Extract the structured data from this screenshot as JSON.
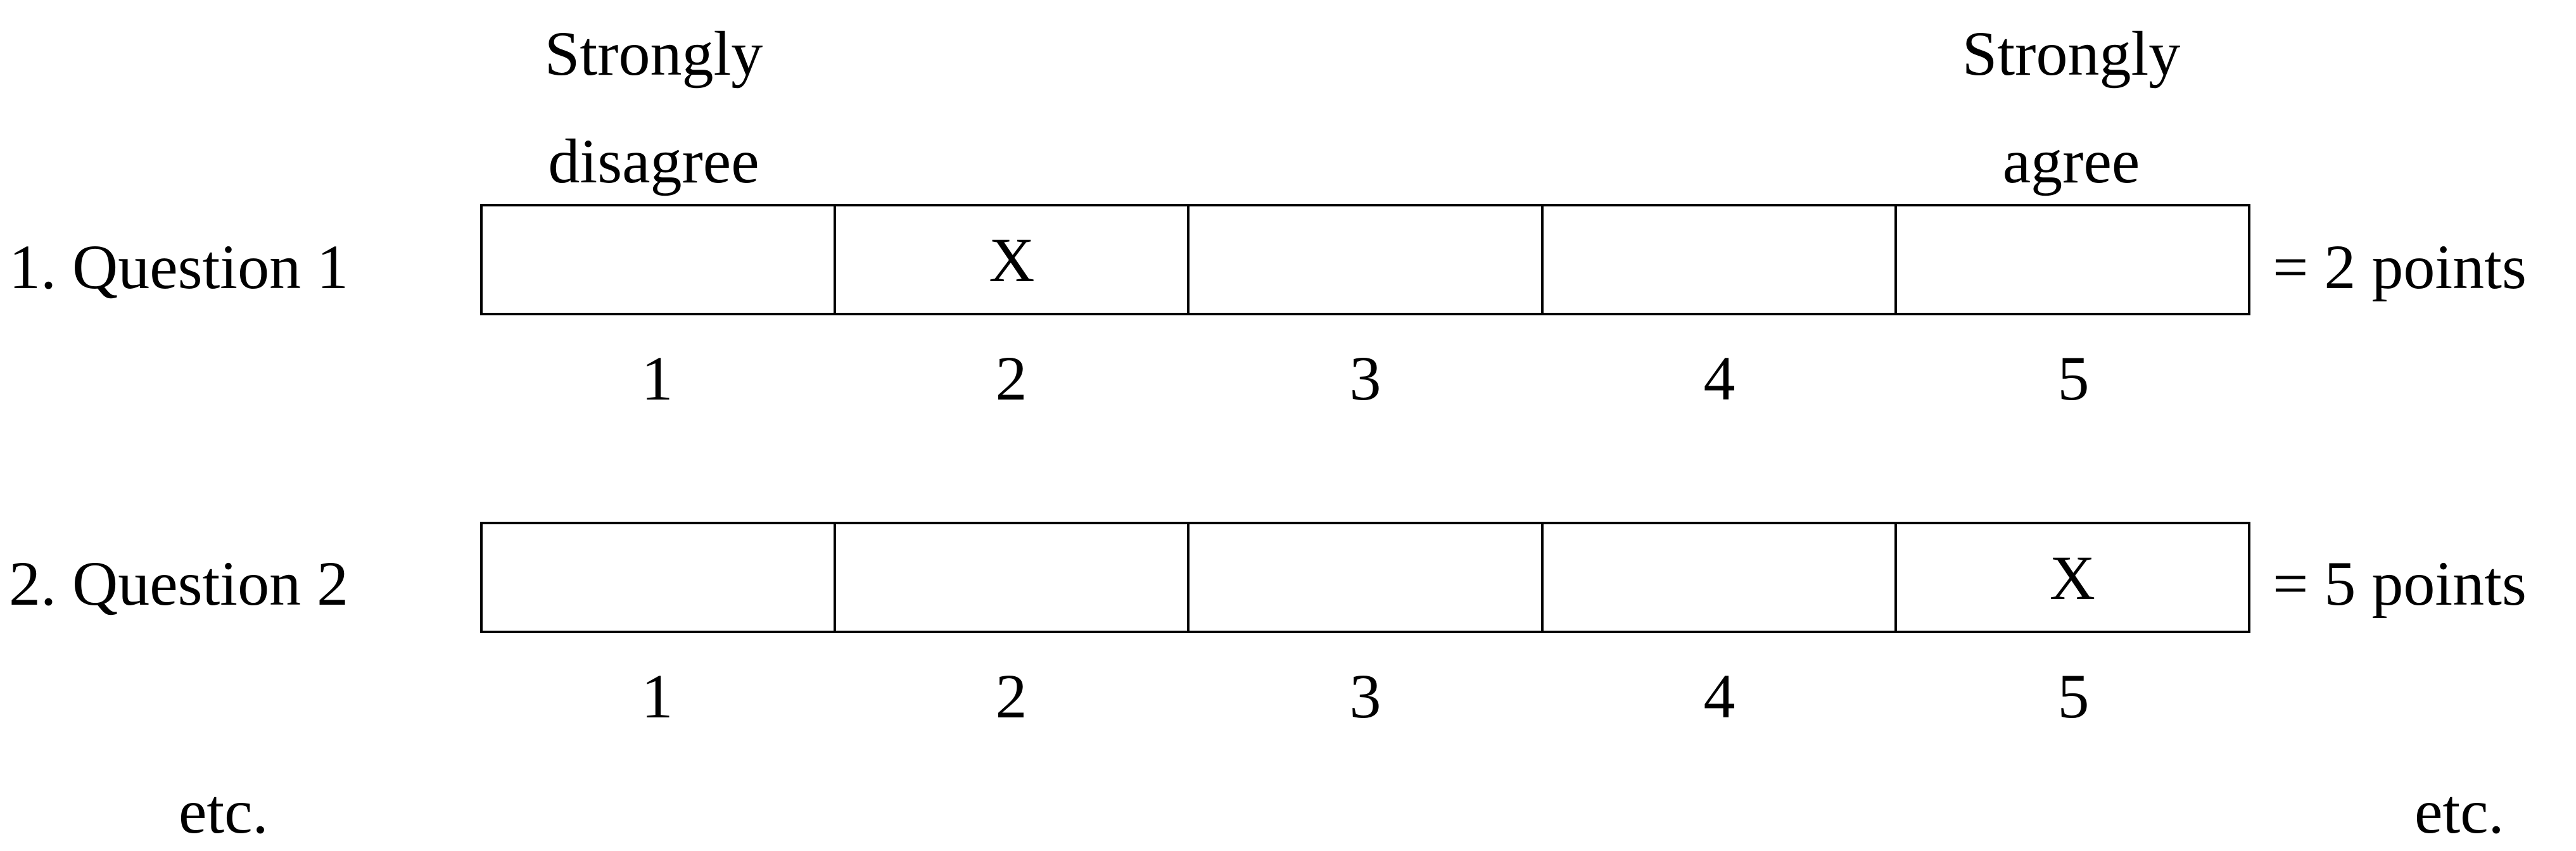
{
  "header": {
    "left_label_line1": "Strongly",
    "left_label_line2": "disagree",
    "right_label_line1": "Strongly",
    "right_label_line2": "agree"
  },
  "questions": [
    {
      "label": "1. Question 1",
      "selected": 2,
      "marks": [
        "",
        "X",
        "",
        "",
        ""
      ],
      "scale_numbers": [
        "1",
        "2",
        "3",
        "4",
        "5"
      ],
      "result": "= 2 points"
    },
    {
      "label": "2. Question 2",
      "selected": 5,
      "marks": [
        "",
        "",
        "",
        "",
        "X"
      ],
      "scale_numbers": [
        "1",
        "2",
        "3",
        "4",
        "5"
      ],
      "result": "= 5 points"
    }
  ],
  "footer": {
    "left": "etc.",
    "right": "etc."
  }
}
